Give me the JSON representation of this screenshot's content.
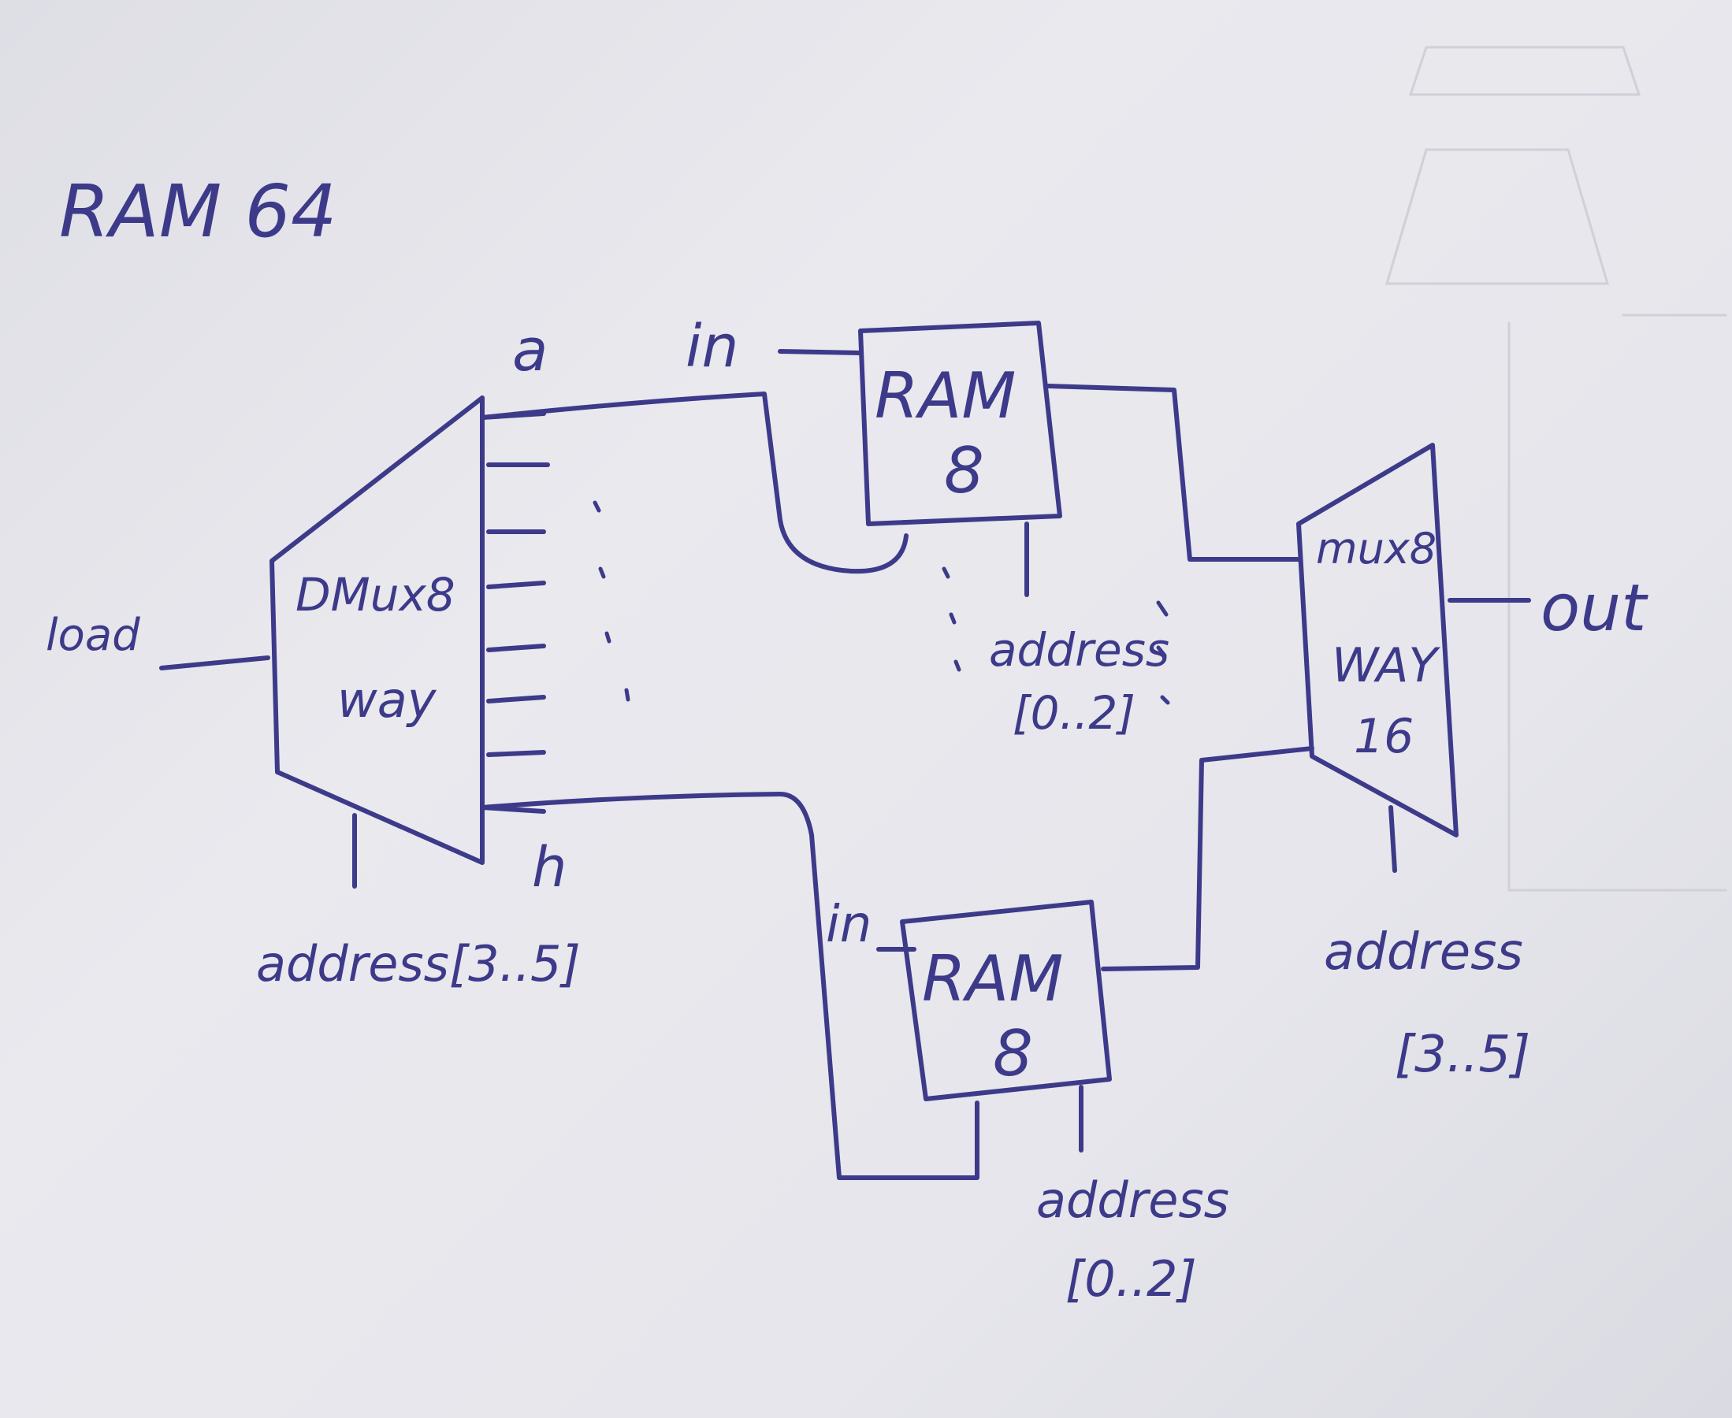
{
  "diagram": {
    "title": "RAM 64",
    "inputs": {
      "load": "load",
      "in_top": "in",
      "in_bottom": "in"
    },
    "output": "out",
    "dmux": {
      "line1": "DMux8",
      "line2": "way",
      "address": "address[3..5]",
      "first_output": "a",
      "last_output": "h"
    },
    "ram_top": {
      "line1": "RAM",
      "line2": "8",
      "address_line1": "address",
      "address_line2": "[0..2]"
    },
    "ram_bottom": {
      "line1": "RAM",
      "line2": "8",
      "address_line1": "address",
      "address_line2": "[0..2]"
    },
    "mux": {
      "line1": "mux8",
      "line2": "WAY",
      "line3": "16",
      "address_line1": "address",
      "address_line2": "[3..5]"
    },
    "colors": {
      "ink": "#3d3a8a",
      "paper": "#e4e4ea"
    }
  }
}
